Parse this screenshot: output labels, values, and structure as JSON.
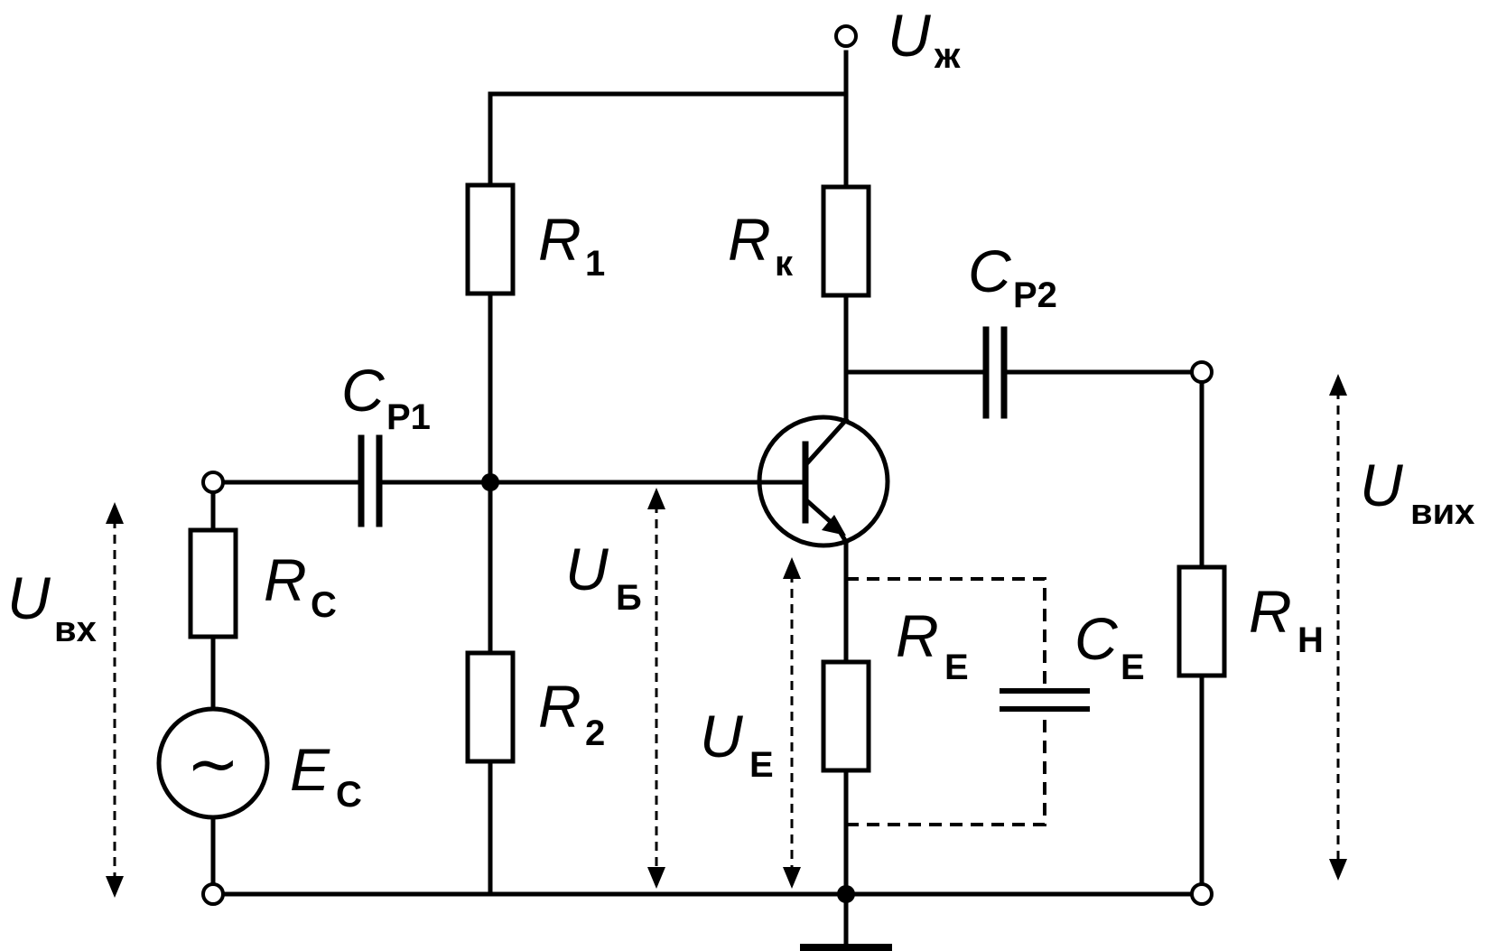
{
  "labels": {
    "u_supply": {
      "main": "U",
      "sub": "ж"
    },
    "r1": {
      "main": "R",
      "sub": "1"
    },
    "rk": {
      "main": "R",
      "sub": "к"
    },
    "cp2": {
      "main": "C",
      "sub": "P2"
    },
    "cp1": {
      "main": "C",
      "sub": "P1"
    },
    "u_out": {
      "main": "U",
      "sub": "вих"
    },
    "u_in": {
      "main": "U",
      "sub": "вх"
    },
    "rc": {
      "main": "R",
      "sub": "C"
    },
    "ub": {
      "main": "U",
      "sub": "Б"
    },
    "re": {
      "main": "R",
      "sub": "Е"
    },
    "ce": {
      "main": "C",
      "sub": "Е"
    },
    "rn": {
      "main": "R",
      "sub": "Н"
    },
    "r2": {
      "main": "R",
      "sub": "2"
    },
    "ue": {
      "main": "U",
      "sub": "Е"
    },
    "ec": {
      "main": "E",
      "sub": "C"
    }
  },
  "source_symbol": "~"
}
